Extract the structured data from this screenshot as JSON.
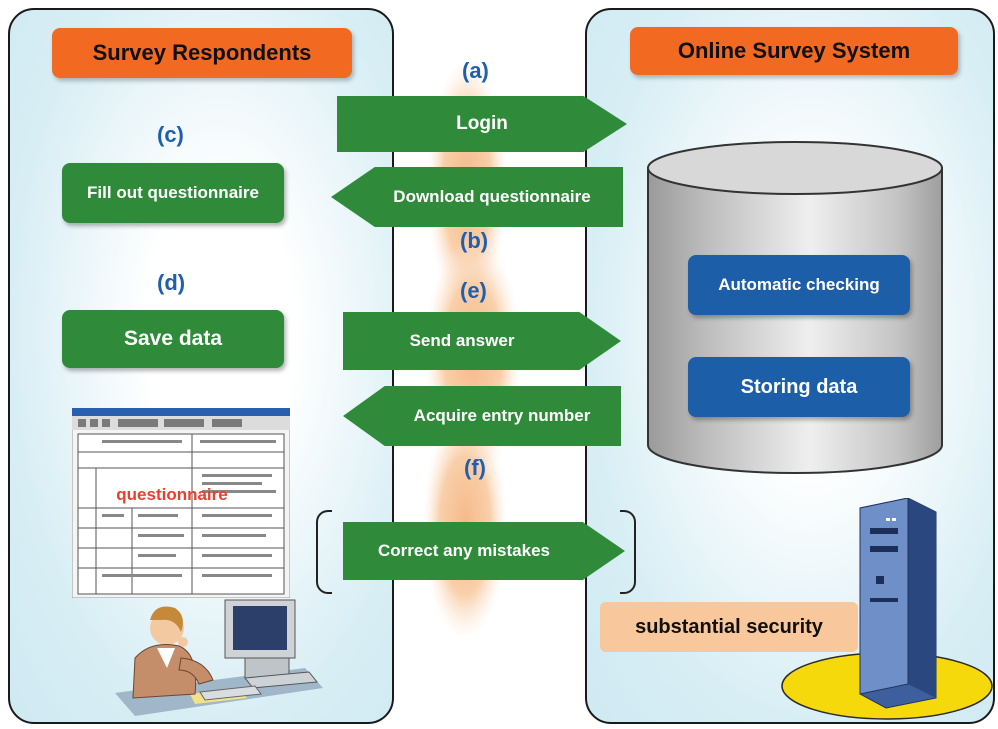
{
  "left": {
    "title": "Survey Respondents"
  },
  "right": {
    "title": "Online Survey System"
  },
  "steps": {
    "a": "(a)",
    "b": "(b)",
    "c": "(c)",
    "d": "(d)",
    "e": "(e)",
    "f": "(f)"
  },
  "respondent": {
    "fill_out": "Fill out questionnaire",
    "save": "Save data",
    "form_label": "questionnaire"
  },
  "arrows": {
    "login": "Login",
    "download": "Download questionnaire",
    "send": "Send answer",
    "acquire": "Acquire entry number",
    "correct": "Correct any mistakes"
  },
  "system": {
    "auto_check": "Automatic checking",
    "storing": "Storing data",
    "security": "substantial security"
  },
  "colors": {
    "title_orange": "#f26a22",
    "action_green": "#2f8b3a",
    "system_blue": "#1d5ea8",
    "step_blue": "#1f5fae",
    "security_peach": "#f9c79c"
  }
}
